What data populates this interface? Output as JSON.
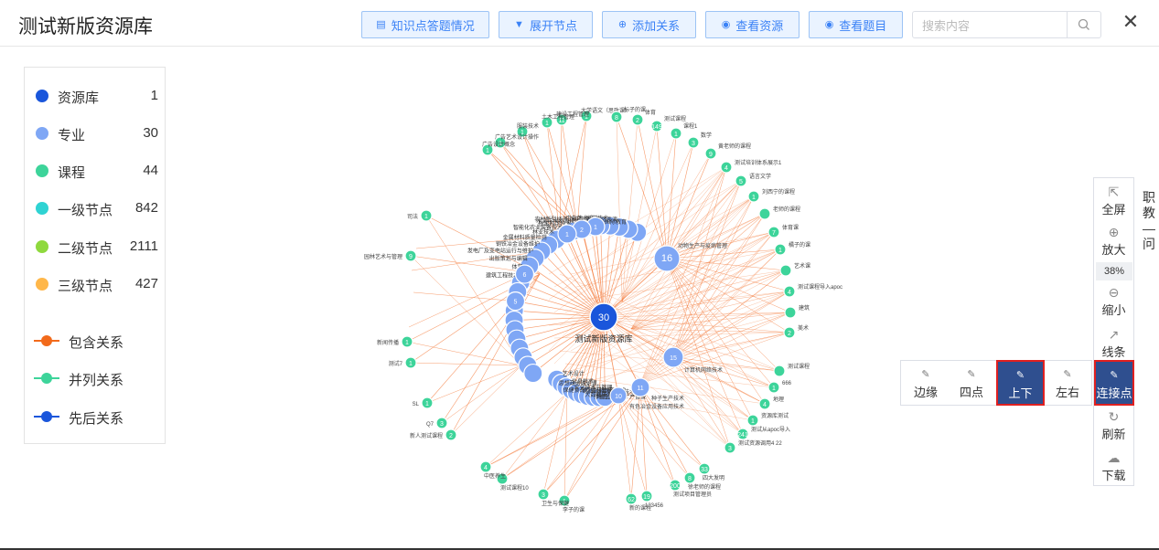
{
  "app": {
    "title": "测试新版资源库",
    "close_icon": "close-icon"
  },
  "toolbar": {
    "buttons": [
      {
        "label": "知识点答题情况",
        "icon": "document-icon"
      },
      {
        "label": "展开节点",
        "icon": "caret-down-icon"
      },
      {
        "label": "添加关系",
        "icon": "plus-circle-icon"
      },
      {
        "label": "查看资源",
        "icon": "eye-icon"
      },
      {
        "label": "查看题目",
        "icon": "eye-icon"
      }
    ],
    "search": {
      "placeholder": "搜索内容",
      "value": ""
    }
  },
  "legend": {
    "nodes": [
      {
        "name": "资源库",
        "count": "1",
        "color": "#1a56db"
      },
      {
        "name": "专业",
        "count": "30",
        "color": "#7fa7f5"
      },
      {
        "name": "课程",
        "count": "44",
        "color": "#3dd49a"
      },
      {
        "name": "一级节点",
        "count": "842",
        "color": "#2fd3d3"
      },
      {
        "name": "二级节点",
        "count": "2111",
        "color": "#8fd93e"
      },
      {
        "name": "三级节点",
        "count": "427",
        "color": "#ffb74a"
      }
    ],
    "relations": [
      {
        "name": "包含关系",
        "color": "#f26a1b"
      },
      {
        "name": "并列关系",
        "color": "#3dd49a"
      },
      {
        "name": "先后关系",
        "color": "#1a56db"
      }
    ]
  },
  "graph": {
    "center": {
      "label": "测试新版资源库",
      "value": "30"
    },
    "majors": [
      {
        "value": "16",
        "label": "动物生产与疫病管理"
      },
      {
        "value": "15",
        "label": "计算机网络技术"
      },
      {
        "value": "11",
        "label": "种子生产技术"
      },
      {
        "value": "10",
        "label": "有色冶金设备应用技术"
      },
      {
        "value": "1",
        "label": ""
      },
      {
        "value": "2",
        "label": ""
      },
      {
        "value": "1",
        "label": ""
      },
      {
        "value": "6",
        "label": ""
      },
      {
        "value": "5",
        "label": ""
      }
    ],
    "major_labels": [
      "国际教育",
      "舞蹈表演",
      "园艺技术",
      "广告艺术设计",
      "农村新型经济组织管理",
      "水文与水资源技术",
      "刑事科学技术",
      "智能化农业装备技术",
      "林业技术",
      "金属材料质量检测",
      "钢铁冶金设备维护",
      "发电厂及变电站运行与维护",
      "出版策划与编辑",
      "体育",
      "建筑工程技术",
      "艺术设计",
      "思想政治理论课",
      "信息技术",
      "保健食品质量与管理",
      "安全技术与管理",
      "大数据技术",
      "食品智能加工技术",
      "作物生产技术",
      "新能源装备技术",
      "地质调查与矿产普查"
    ],
    "courses_top": [
      {
        "value": "1",
        "label": "大学语文（思政课）"
      },
      {
        "value": "11",
        "label": "建设工程管理"
      },
      {
        "value": "1",
        "label": "土木工程管理"
      },
      {
        "value": "1",
        "label": "服装技术"
      },
      {
        "value": "1",
        "label": "广告艺术设计操作"
      },
      {
        "value": "1",
        "label": "广告设计概念"
      },
      {
        "value": "8",
        "label": "标子的课"
      },
      {
        "value": "2",
        "label": "体育"
      },
      {
        "value": "149",
        "label": "测试课程"
      },
      {
        "value": "1",
        "label": "课程1"
      },
      {
        "value": "3",
        "label": "数学"
      },
      {
        "value": "9",
        "label": "黄老师的课程"
      }
    ],
    "courses_right": [
      {
        "value": "4",
        "label": "测试培训体系展示1"
      },
      {
        "value": "5",
        "label": "语言文学"
      },
      {
        "value": "1",
        "label": "刘西宁的课程"
      },
      {
        "value": "",
        "label": "老师的课程"
      },
      {
        "value": "7",
        "label": "体育课"
      },
      {
        "value": "1",
        "label": "橘子的课"
      },
      {
        "value": "",
        "label": "艺术课"
      },
      {
        "value": "4",
        "label": "测试课程导入apoc"
      },
      {
        "value": "",
        "label": "建筑"
      },
      {
        "value": "2",
        "label": "美术"
      },
      {
        "value": "",
        "label": "测试课程"
      },
      {
        "value": "1",
        "label": "666"
      },
      {
        "value": "4",
        "label": "地理"
      },
      {
        "value": "1",
        "label": "资源库测试"
      },
      {
        "value": "241",
        "label": "测试从apoc导入"
      },
      {
        "value": "3",
        "label": "测试资源调用4 22"
      }
    ],
    "courses_bottom": [
      {
        "value": "33",
        "label": "四大发明"
      },
      {
        "value": "8",
        "label": "徐老师的课程"
      },
      {
        "value": "200",
        "label": "测试项目管理员"
      },
      {
        "value": "19",
        "label": "123456"
      },
      {
        "value": "62",
        "label": "新的课程"
      },
      {
        "value": "1",
        "label": "李子的课"
      },
      {
        "value": "3",
        "label": "卫生与保健"
      },
      {
        "value": "",
        "label": "测试课程10"
      },
      {
        "value": "4",
        "label": "中医养生"
      }
    ],
    "courses_left": [
      {
        "value": "1",
        "label": "司法"
      },
      {
        "value": "9",
        "label": "园林艺术与管理"
      },
      {
        "value": "1",
        "label": "新闻传播"
      },
      {
        "value": "1",
        "label": "测试7"
      },
      {
        "value": "1",
        "label": "SL"
      },
      {
        "value": "3",
        "label": "Q7"
      },
      {
        "value": "2",
        "label": "新人测试课程"
      }
    ]
  },
  "sidebar": {
    "items": [
      {
        "label": "全屏",
        "icon": "fullscreen-icon"
      },
      {
        "label": "放大",
        "icon": "zoom-in-icon"
      },
      {
        "label": "缩小",
        "icon": "zoom-out-icon"
      },
      {
        "label": "线条",
        "icon": "trend-line-icon"
      },
      {
        "label": "连接点",
        "icon": "pen-icon"
      },
      {
        "label": "刷新",
        "icon": "refresh-icon"
      },
      {
        "label": "下载",
        "icon": "cloud-download-icon"
      }
    ],
    "zoom": "38%"
  },
  "link_popup": {
    "items": [
      {
        "label": "边缘",
        "icon": "pen-icon"
      },
      {
        "label": "四点",
        "icon": "pen-icon"
      },
      {
        "label": "上下",
        "icon": "pen-icon"
      },
      {
        "label": "左右",
        "icon": "pen-icon"
      }
    ],
    "selected": "上下"
  },
  "side_tab": {
    "chars": [
      "职",
      "教",
      "—",
      "问"
    ]
  }
}
